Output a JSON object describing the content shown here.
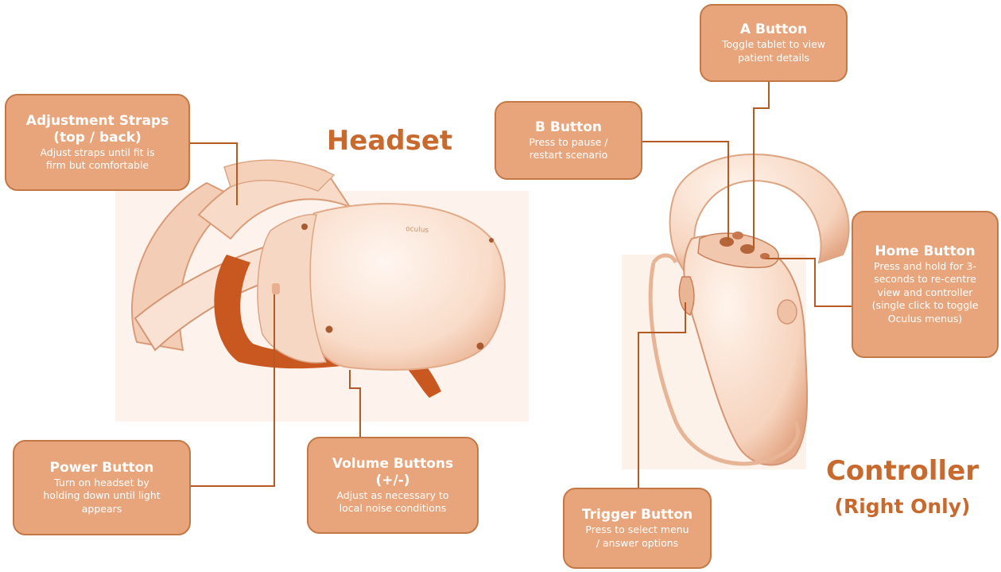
{
  "headset": {
    "title": "Headset",
    "device_logo_text": "oculus"
  },
  "controller": {
    "title": "Controller",
    "subtitle": "(Right Only)"
  },
  "callouts": [
    {
      "key": "straps",
      "title": "Adjustment Straps\n(top / back)",
      "desc": "Adjust straps until fit is\nfirm but comfortable"
    },
    {
      "key": "power",
      "title": "Power Button",
      "desc": "Turn on headset by\nholding down until light\nappears"
    },
    {
      "key": "volume",
      "title": "Volume Buttons\n(+/-)",
      "desc": "Adjust as necessary to\nlocal noise conditions"
    },
    {
      "key": "a",
      "title": "A Button",
      "desc": "Toggle tablet to view\npatient details"
    },
    {
      "key": "b",
      "title": "B Button",
      "desc": "Press to pause /\nrestart scenario"
    },
    {
      "key": "home",
      "title": "Home Button",
      "desc": "Press and hold for 3-\nseconds to re-centre\nview and controller\n(single click to toggle\nOculus menus)"
    },
    {
      "key": "trigger",
      "title": "Trigger Button",
      "desc": "Press to select menu\n/ answer options"
    }
  ],
  "colors": {
    "callout_fill": "#e8a57c",
    "callout_border": "#c47845",
    "title_text": "#c8692e",
    "leader_line": "#b45a22",
    "device_light": "#fbe8dc",
    "device_dark": "#c8581f"
  },
  "icons": [
    "headset-illustration",
    "controller-illustration"
  ]
}
